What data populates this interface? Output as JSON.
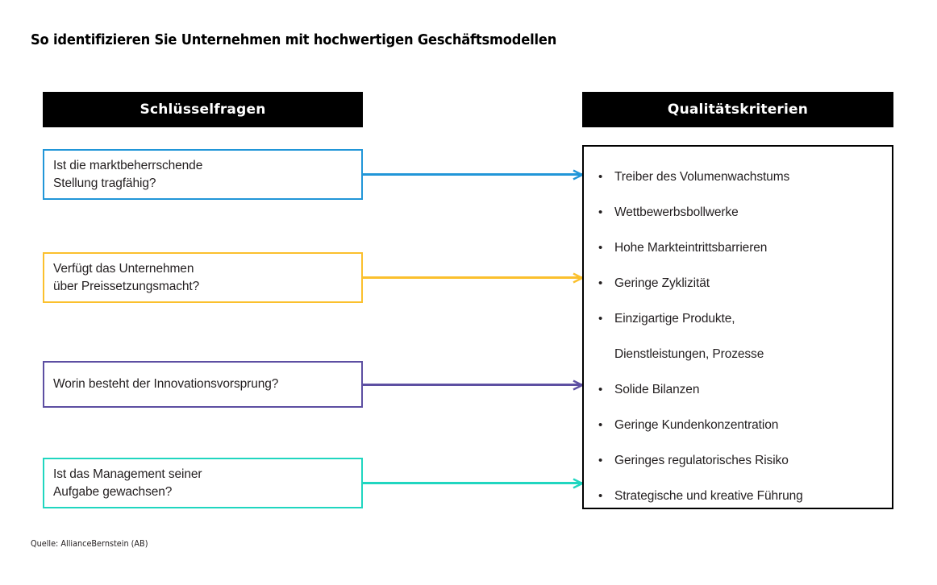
{
  "title": "So identifizieren Sie Unternehmen mit hochwertigen Geschäftsmodellen",
  "columns": {
    "left_header": "Schlüsselfragen",
    "right_header": "Qualitätskriterien"
  },
  "colors": {
    "blue": "#2196d8",
    "orange": "#fbc02d",
    "purple": "#5d4fa2",
    "teal": "#20d6c0",
    "header_bg": "#000000",
    "header_text": "#ffffff",
    "panel_border": "#000000",
    "body_text": "#231f20"
  },
  "questions": [
    {
      "id": "market-position",
      "text": "Ist die marktbeherrschende\nStellung tragfähig?",
      "color": "#2196d8"
    },
    {
      "id": "pricing-power",
      "text": "Verfügt das Unternehmen\nüber Preissetzungsmacht?",
      "color": "#fbc02d"
    },
    {
      "id": "innovation-lead",
      "text": "Worin besteht der Innovationsvorsprung?",
      "color": "#5d4fa2"
    },
    {
      "id": "management-quality",
      "text": "Ist das Management seiner\nAufgabe gewachsen?",
      "color": "#20d6c0"
    }
  ],
  "criteria": [
    {
      "bullet": "•",
      "text": "Treiber des Volumenwachstums",
      "continuation": false
    },
    {
      "bullet": "•",
      "text": "Wettbewerbsbollwerke",
      "continuation": false
    },
    {
      "bullet": "•",
      "text": "Hohe Markteintrittsbarrieren",
      "continuation": false
    },
    {
      "bullet": "•",
      "text": "Geringe Zyklizität",
      "continuation": false
    },
    {
      "bullet": "•",
      "text": "Einzigartige Produkte,",
      "continuation": false
    },
    {
      "bullet": "",
      "text": "Dienstleistungen, Prozesse",
      "continuation": true
    },
    {
      "bullet": "•",
      "text": "Solide Bilanzen",
      "continuation": false
    },
    {
      "bullet": "•",
      "text": "Geringe Kundenkonzentration",
      "continuation": false
    },
    {
      "bullet": "•",
      "text": "Geringes regulatorisches Risiko",
      "continuation": false
    },
    {
      "bullet": "•",
      "text": "Strategische und kreative Führung",
      "continuation": false
    }
  ],
  "source": "Quelle: AllianceBernstein (AB)"
}
